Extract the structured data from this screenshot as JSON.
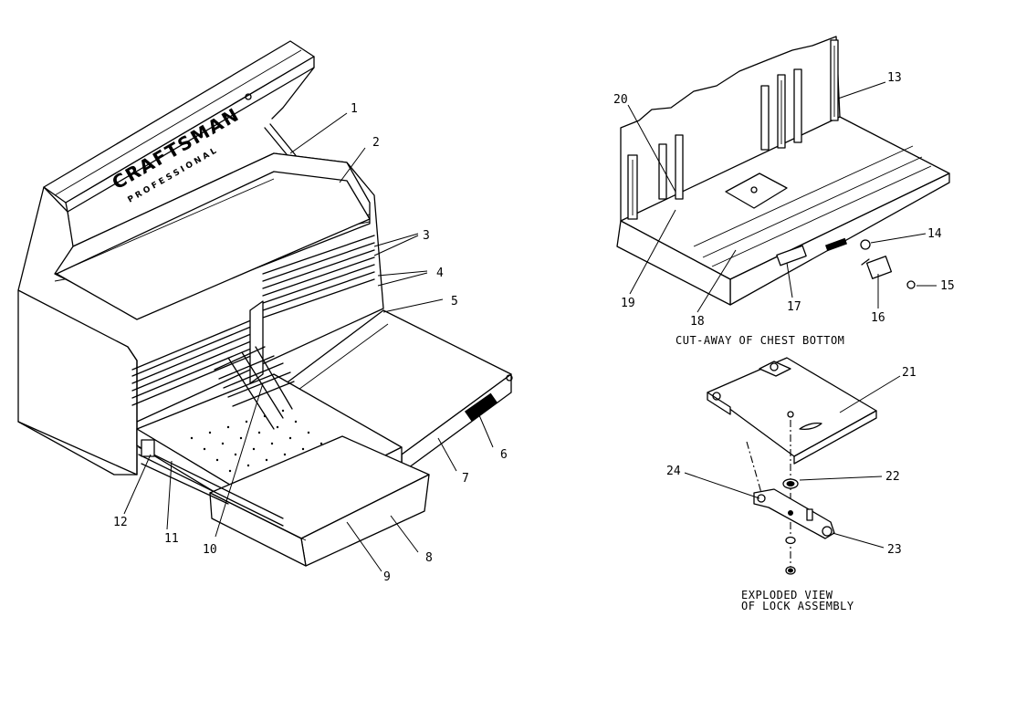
{
  "diagram": {
    "brand_logo": "CRAFTSMAN",
    "brand_sub": "PROFESSIONAL",
    "captions": {
      "chest_bottom": "CUT-AWAY OF CHEST BOTTOM",
      "lock_line1": "EXPLODED VIEW",
      "lock_line2": "OF LOCK ASSEMBLY"
    },
    "callouts": [
      "1",
      "2",
      "3",
      "4",
      "5",
      "6",
      "7",
      "8",
      "9",
      "10",
      "11",
      "12",
      "13",
      "14",
      "15",
      "16",
      "17",
      "18",
      "19",
      "20",
      "21",
      "22",
      "23",
      "24"
    ]
  }
}
